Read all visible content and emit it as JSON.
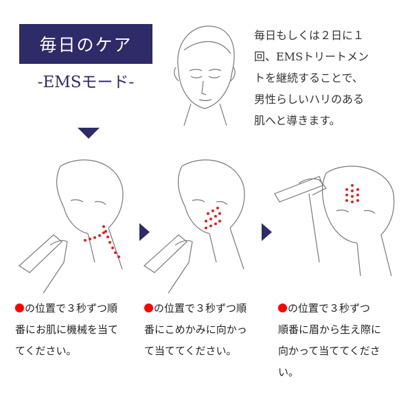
{
  "header": {
    "title": "毎日のケア",
    "mode": "-EMSモード-"
  },
  "intro": {
    "lines": [
      "毎日もしくは２日に１",
      "回、EMSトリートメン",
      "トを継続することで、",
      "男性らしいハリのある",
      "肌へと導きます。"
    ]
  },
  "steps": [
    {
      "lines": [
        "の位置で３秒ずつ順",
        "番にお肌に機械を当て",
        "てください。"
      ]
    },
    {
      "lines": [
        "の位置で３秒ずつ順",
        "番にこめかみに向かっ",
        "て当ててください。"
      ]
    },
    {
      "lines": [
        "の位置で３秒ずつ",
        "順番に眉から生え際に",
        "向かって当ててくださ",
        "い。"
      ]
    }
  ],
  "colors": {
    "navy": "#2f2a68",
    "dot": "#ff0000"
  }
}
